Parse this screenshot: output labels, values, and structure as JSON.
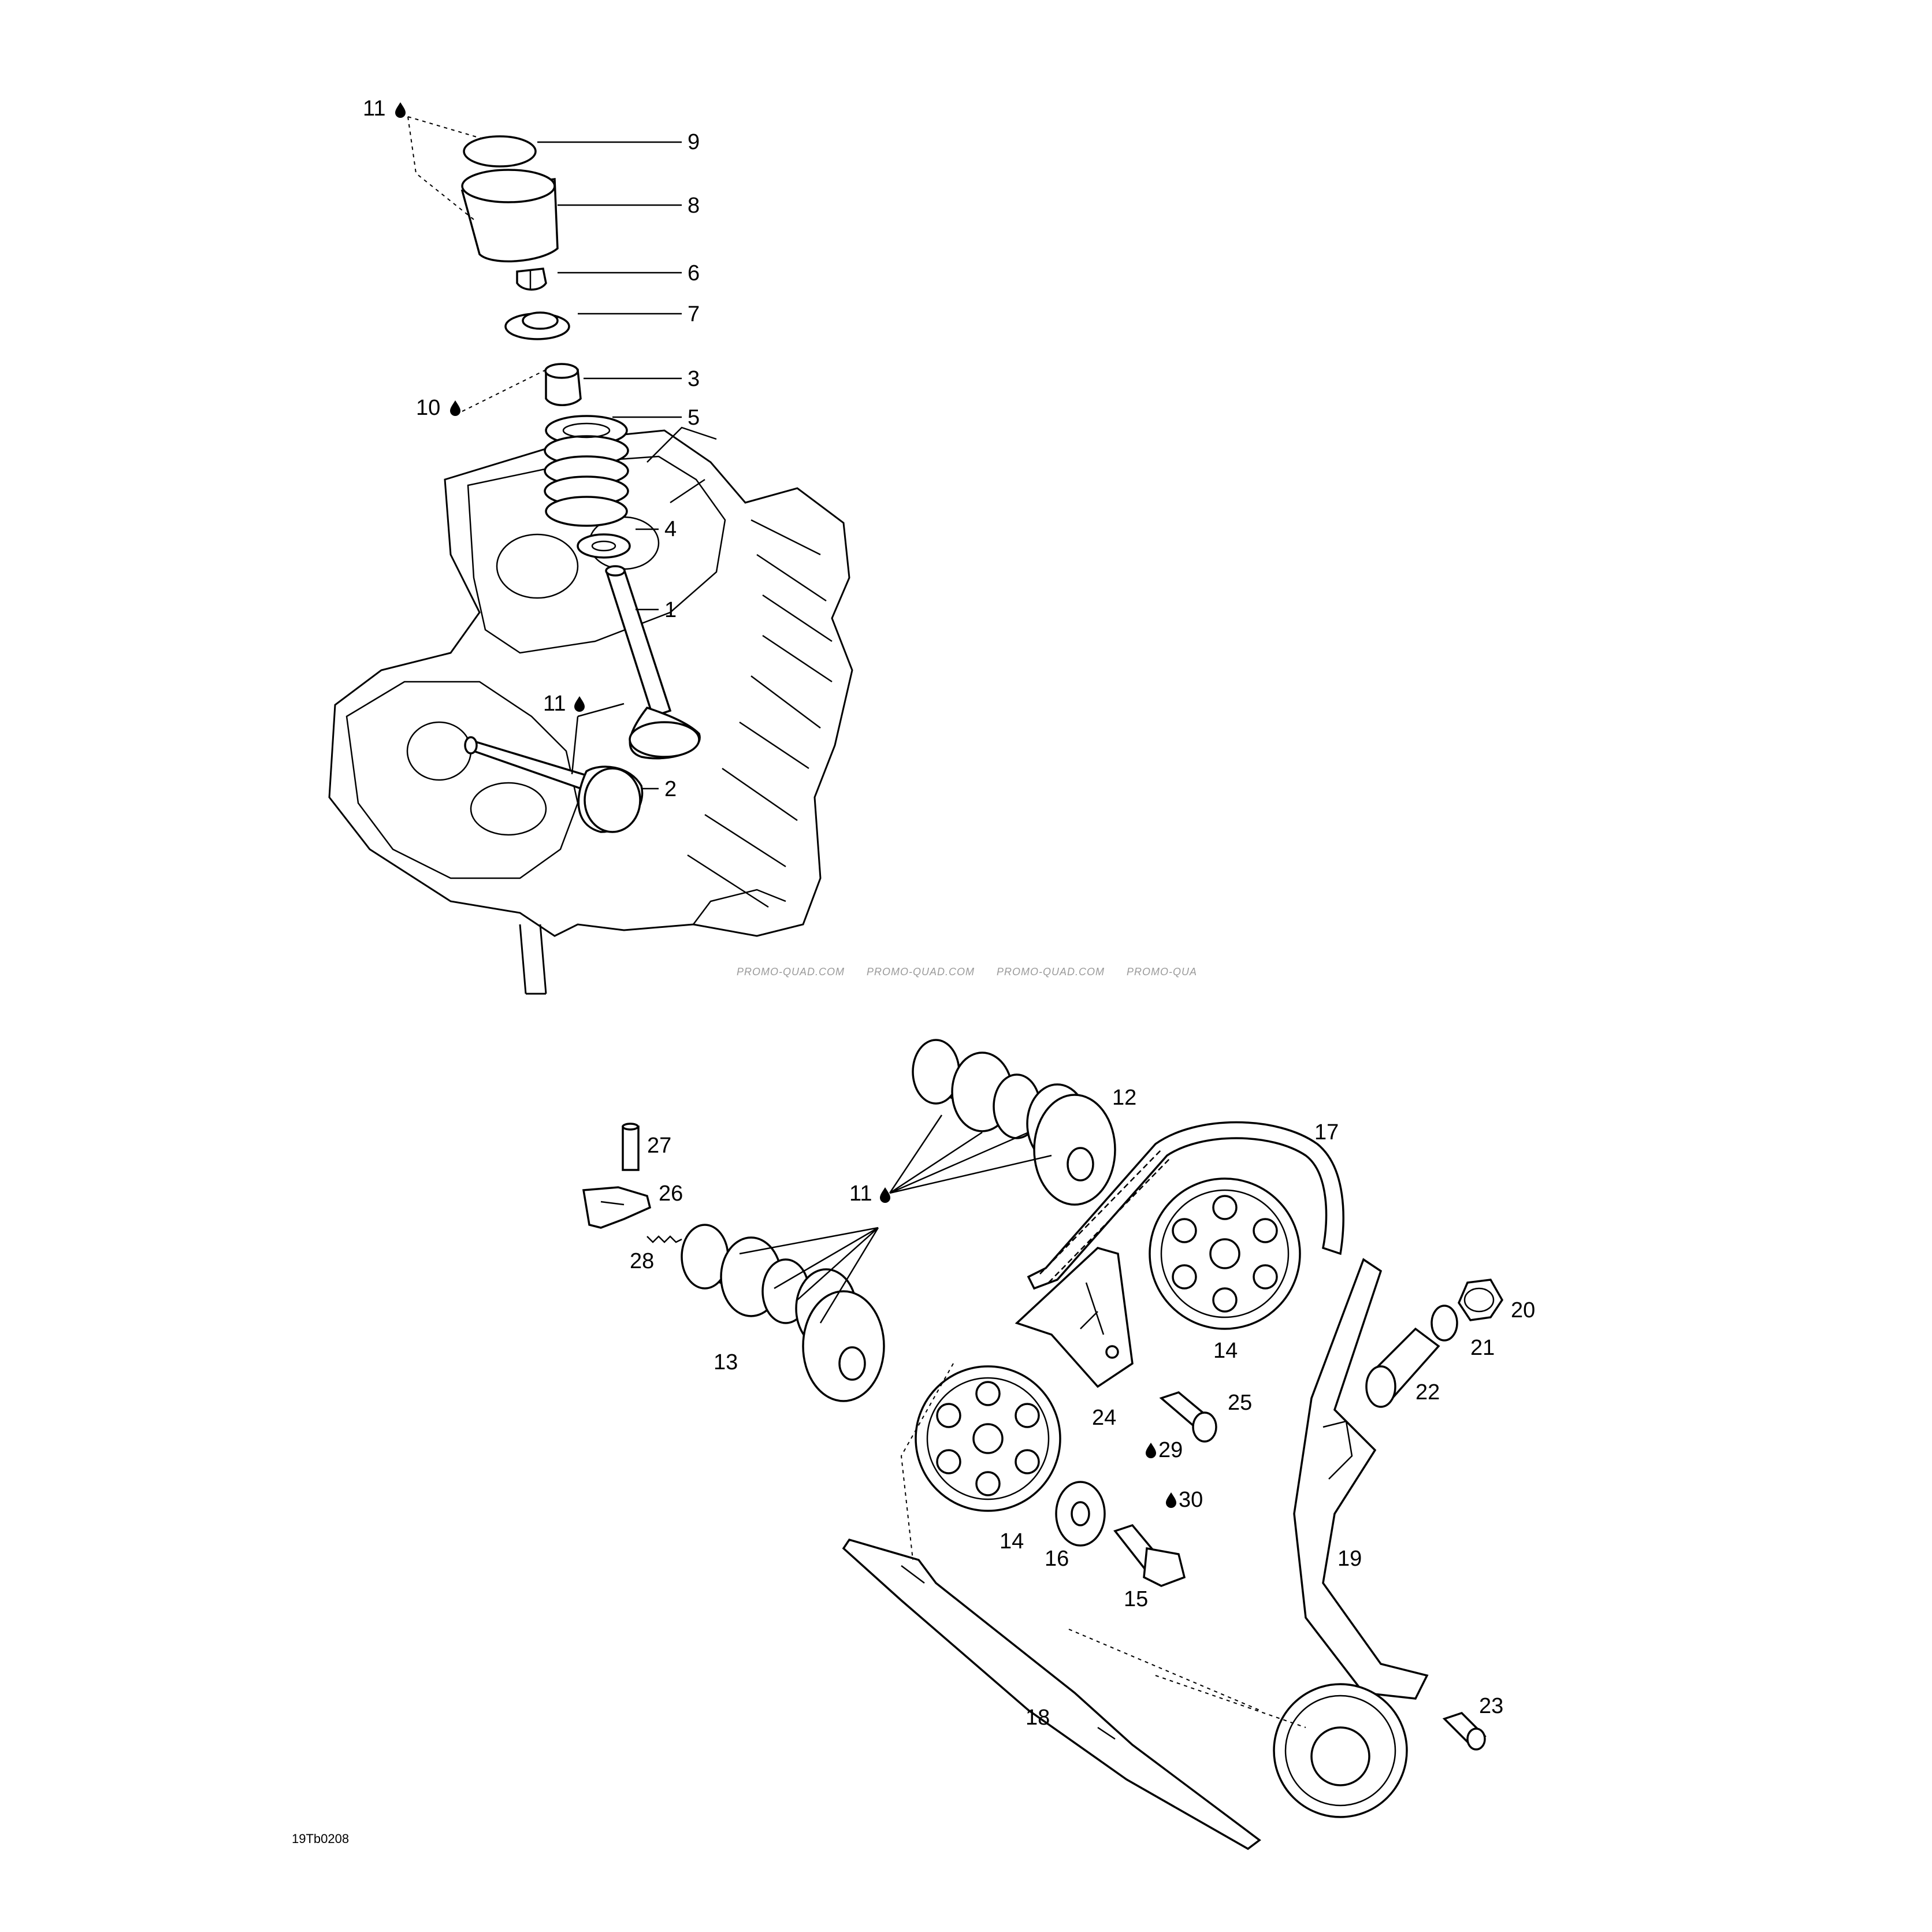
{
  "callouts": {
    "c1": "1",
    "c2": "2",
    "c3": "3",
    "c4": "4",
    "c5": "5",
    "c6": "6",
    "c7": "7",
    "c8": "8",
    "c9": "9",
    "c10": "10",
    "c11a": "11",
    "c11b": "11",
    "c11c": "11",
    "c12": "12",
    "c13": "13",
    "c14a": "14",
    "c14b": "14",
    "c15": "15",
    "c16": "16",
    "c17": "17",
    "c18": "18",
    "c19": "19",
    "c20": "20",
    "c21": "21",
    "c22": "22",
    "c23": "23",
    "c24": "24",
    "c25": "25",
    "c26": "26",
    "c27": "27",
    "c28": "28",
    "c29": "29",
    "c30": "30"
  },
  "watermark": [
    "PROMO-QUAD.COM",
    "PROMO-QUAD.COM",
    "PROMO-QUAD.COM",
    "PROMO-QUA"
  ],
  "drawing_code": "19Tb0208",
  "icons": {
    "lubricant": "oil-drop-icon"
  }
}
